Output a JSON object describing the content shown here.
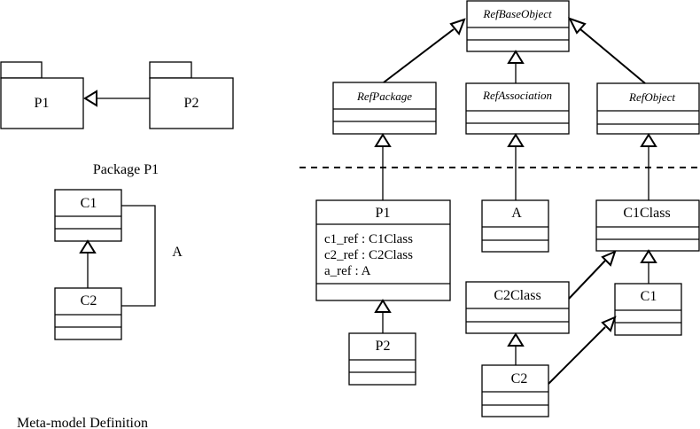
{
  "left": {
    "packages": [
      {
        "id": "p1",
        "label": "P1"
      },
      {
        "id": "p2",
        "label": "P2"
      }
    ],
    "package_title": "Package P1",
    "classes": [
      {
        "id": "c1",
        "label": "C1"
      },
      {
        "id": "c2",
        "label": "C2"
      }
    ],
    "association_label": "A",
    "caption": "Meta-model Definition"
  },
  "right": {
    "reflective": [
      {
        "id": "refbaseobject",
        "label": "RefBaseObject"
      },
      {
        "id": "refpackage",
        "label": "RefPackage"
      },
      {
        "id": "refassociation",
        "label": "RefAssociation"
      },
      {
        "id": "refobject",
        "label": "RefObject"
      }
    ],
    "generated": {
      "p1": {
        "label": "P1",
        "attributes": [
          "c1_ref : C1Class",
          "c2_ref : C2Class",
          "a_ref : A"
        ]
      },
      "a": {
        "label": "A"
      },
      "c1class": {
        "label": "C1Class"
      },
      "c2class": {
        "label": "C2Class"
      },
      "c1": {
        "label": "C1"
      },
      "p2": {
        "label": "P2"
      },
      "c2": {
        "label": "C2"
      }
    }
  }
}
